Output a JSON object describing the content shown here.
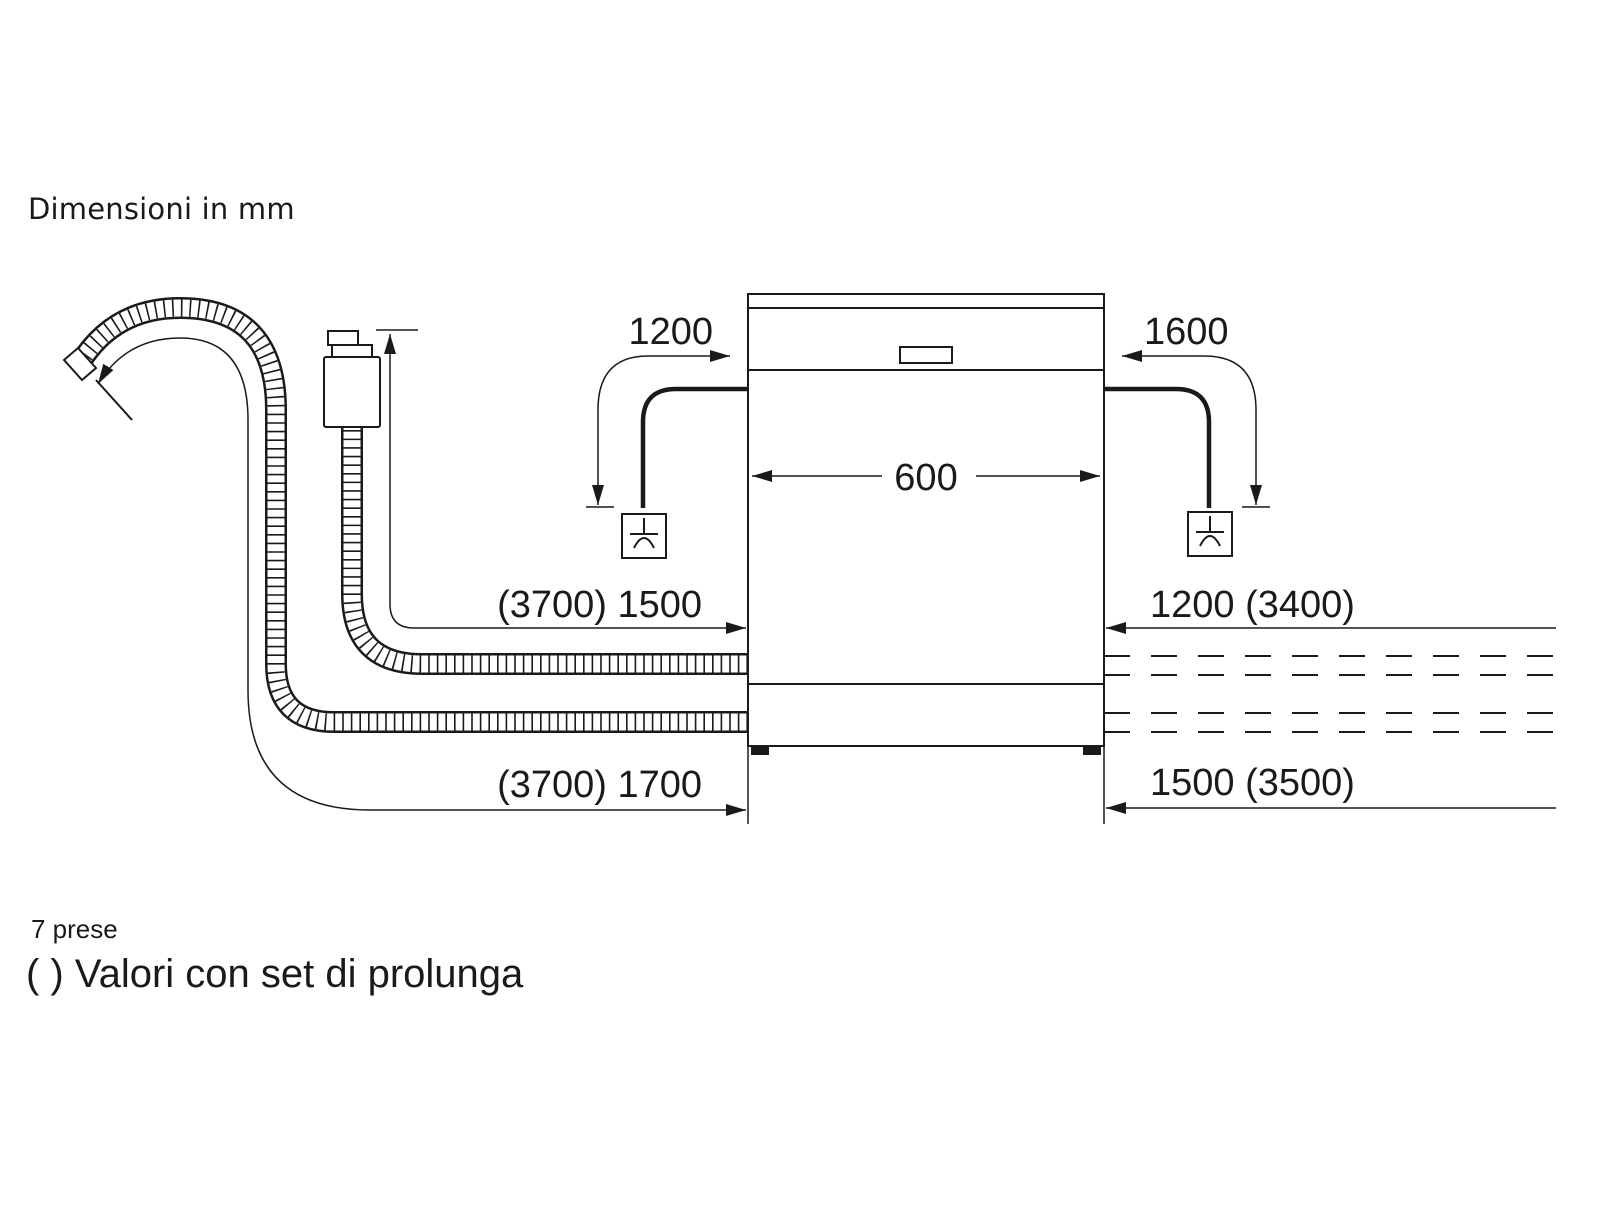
{
  "diagram": {
    "title": "Dimensioni in mm",
    "footnote_outlets": "7 prese",
    "footnote_extension": "( ) Valori con set di prolunga",
    "dimensions": {
      "width": "600",
      "top_left_power": "1200",
      "top_right_power": "1600",
      "inlet_left": "(3700) 1500",
      "drain_left": "(3700) 1700",
      "inlet_right": "1200 (3400)",
      "drain_right": "1500 (3500)"
    },
    "line_color": "#1a1a1a",
    "icons": [
      "water-tap-icon",
      "drain-hose-icon",
      "power-socket-icon"
    ]
  }
}
